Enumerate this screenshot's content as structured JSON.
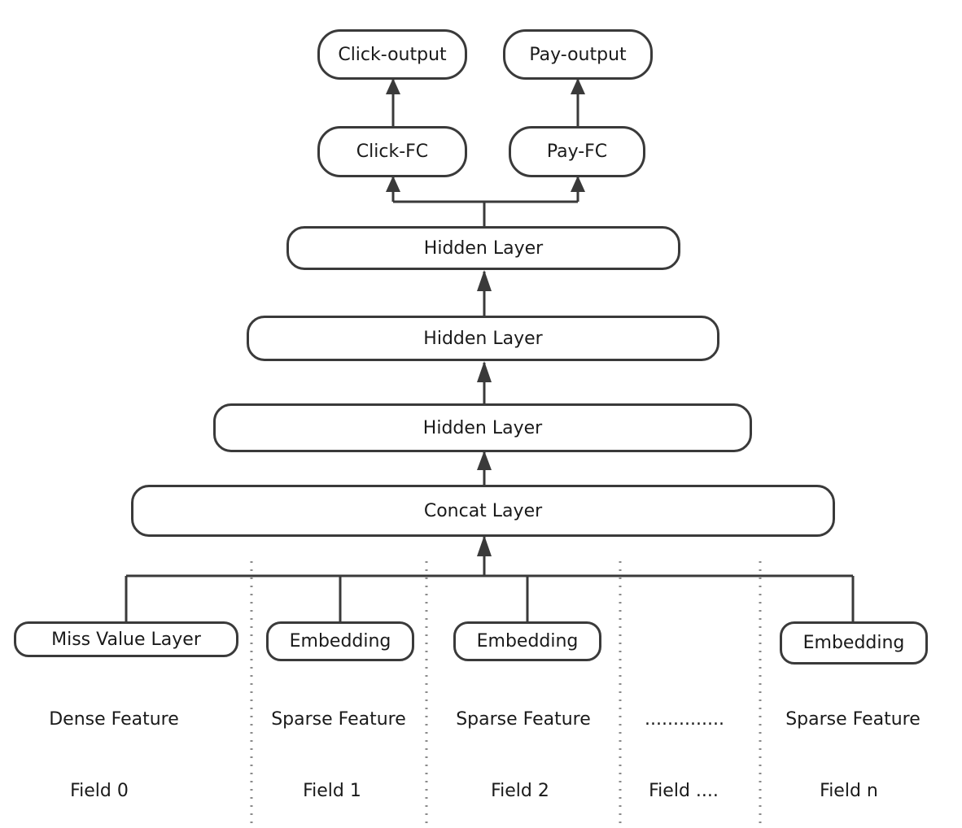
{
  "outputs": {
    "click": "Click-output",
    "pay": "Pay-output"
  },
  "fc": {
    "click": "Click-FC",
    "pay": "Pay-FC"
  },
  "hidden_layers": [
    "Hidden Layer",
    "Hidden Layer",
    "Hidden Layer"
  ],
  "concat_layer": "Concat Layer",
  "inputs": [
    {
      "block": "Miss Value Layer",
      "feature": "Dense Feature",
      "field": "Field 0"
    },
    {
      "block": "Embedding",
      "feature": "Sparse Feature",
      "field": "Field 1"
    },
    {
      "block": "Embedding",
      "feature": "Sparse Feature",
      "field": "Field 2"
    },
    {
      "block": "",
      "feature": "..............",
      "field": "Field ...."
    },
    {
      "block": "Embedding",
      "feature": "Sparse Feature",
      "field": "Field n"
    }
  ]
}
